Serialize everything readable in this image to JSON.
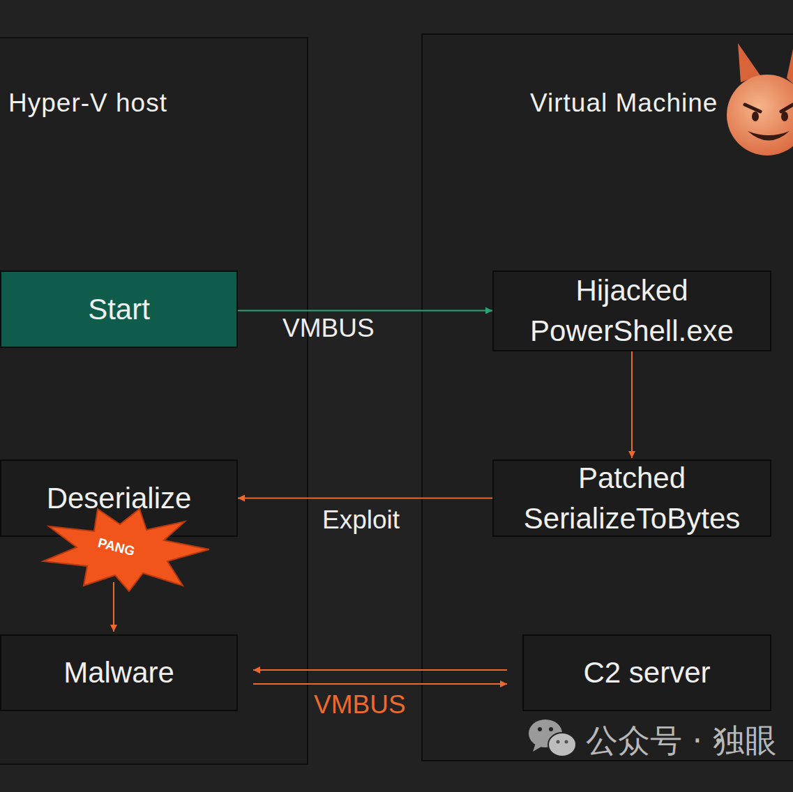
{
  "diagram": {
    "nodes": [
      {
        "text": [
          "Hyper-V host"
        ]
      },
      {
        "text": [
          "Start"
        ],
        "in": 0
      },
      {
        "text": [
          "Deserialize"
        ],
        "in": 0
      },
      {
        "text": [
          "Malware"
        ],
        "in": 0
      },
      {
        "text": [
          "Virtual Machine"
        ]
      },
      {
        "text": [
          "Hijacked PowerShell.exe"
        ],
        "in": 4
      },
      {
        "text": [
          "Patched SerializeToBytes"
        ],
        "in": 4
      },
      {
        "text": [
          "C2 server"
        ],
        "in": 4
      }
    ],
    "edges": [
      {
        "from": 1,
        "to": 5,
        "label": "VMBUS",
        "arrow": "to"
      },
      {
        "from": 5,
        "to": 6,
        "arrow": "to"
      },
      {
        "from": 6,
        "to": 2,
        "label": "Exploit",
        "arrow": "to"
      },
      {
        "from": 2,
        "to": 3,
        "arrow": "to"
      },
      {
        "from": 7,
        "to": 3,
        "arrow": "to"
      },
      {
        "from": 3,
        "to": 7,
        "label": "VMBUS",
        "arrow": "to"
      }
    ],
    "labels": [
      "PANG",
      "公众号 · 独眼"
    ]
  }
}
